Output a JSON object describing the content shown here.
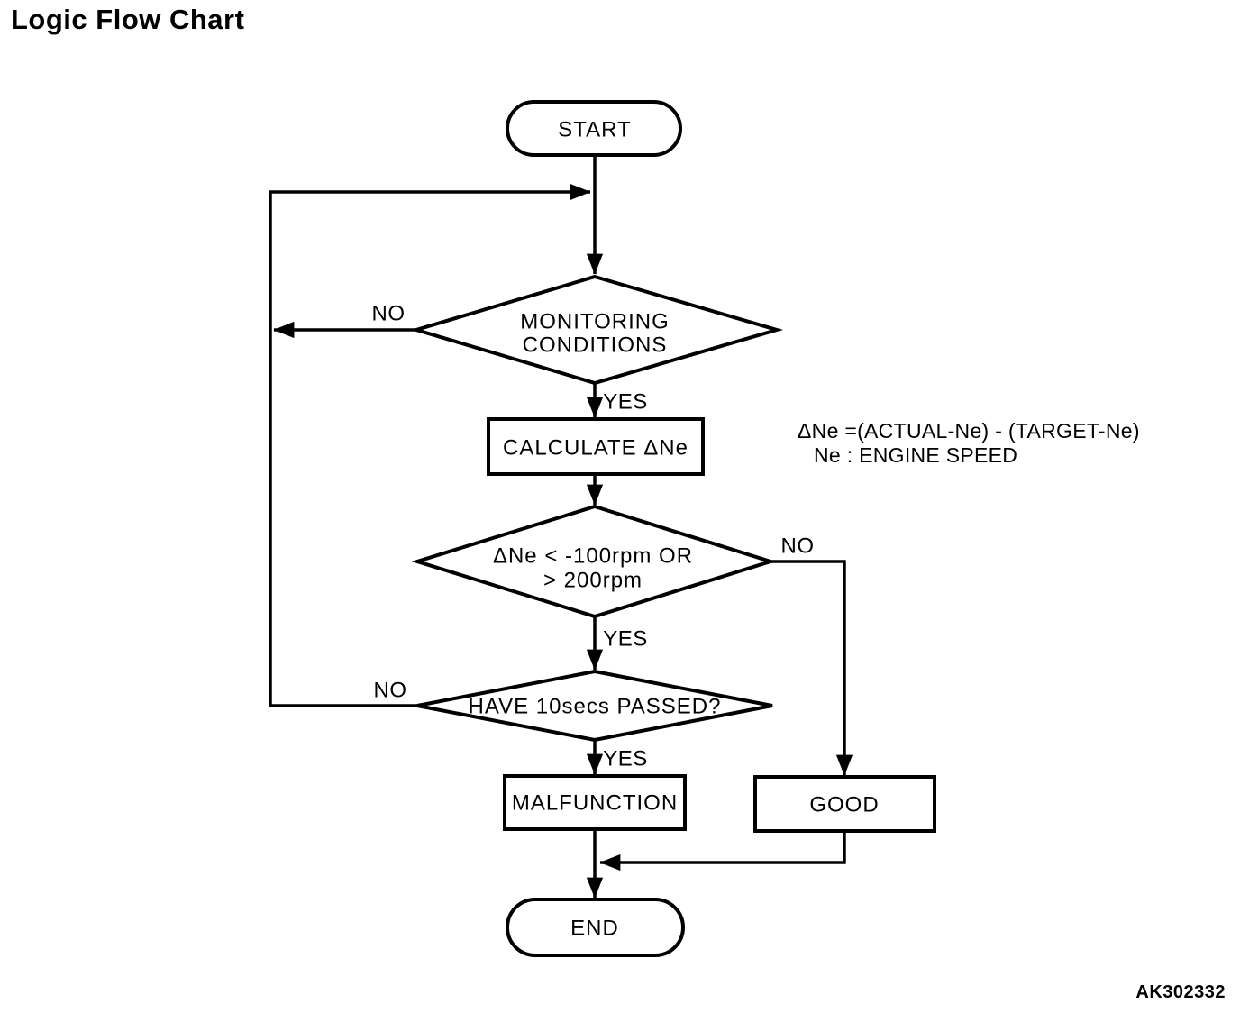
{
  "title": "Logic Flow Chart",
  "footer_code": "AK302332",
  "colors": {
    "ink": "#000000",
    "paper": "#ffffff"
  },
  "flowchart": {
    "nodes": {
      "start": {
        "type": "terminal",
        "label": "START"
      },
      "monitoring": {
        "type": "decision",
        "label_line1": "MONITORING",
        "label_line2": "CONDITIONS"
      },
      "calculate": {
        "type": "process",
        "label": "CALCULATE ΔNe"
      },
      "delta_check": {
        "type": "decision",
        "label_line1": "ΔNe < -100rpm OR",
        "label_line2": "> 200rpm"
      },
      "ten_secs": {
        "type": "decision",
        "label": "HAVE 10secs PASSED?"
      },
      "malfunction": {
        "type": "process",
        "label": "MALFUNCTION"
      },
      "good": {
        "type": "process",
        "label": "GOOD"
      },
      "end": {
        "type": "terminal",
        "label": "END"
      }
    },
    "edge_labels": {
      "monitoring_no": "NO",
      "monitoring_yes": "YES",
      "delta_check_no": "NO",
      "delta_check_yes": "YES",
      "ten_secs_no": "NO",
      "ten_secs_yes": "YES"
    },
    "annotation": {
      "line1": "ΔNe =(ACTUAL-Ne) - (TARGET-Ne)",
      "line2": "Ne : ENGINE SPEED"
    }
  }
}
